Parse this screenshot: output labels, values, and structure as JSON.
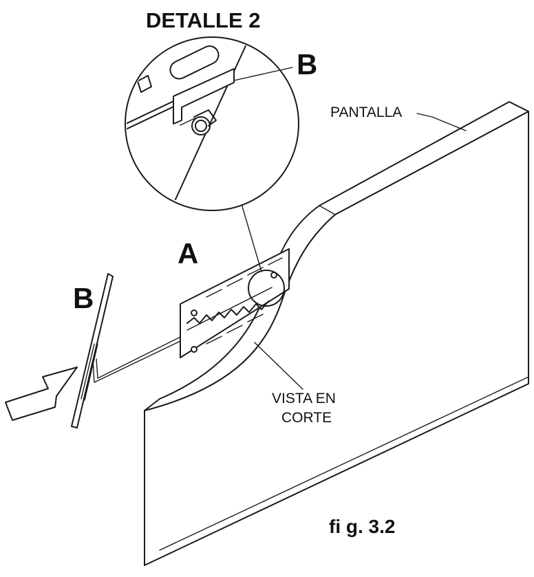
{
  "detail_title": "DETALLE 2",
  "labels": {
    "detail_part": "B",
    "bracket": "A",
    "strap": "B",
    "screen": "PANTALLA",
    "section_line1": "VISTA EN",
    "section_line2": "CORTE"
  },
  "figure_caption": "fi g. 3.2",
  "icons": [
    "mounting-arrow-icon",
    "bolt-icon"
  ]
}
